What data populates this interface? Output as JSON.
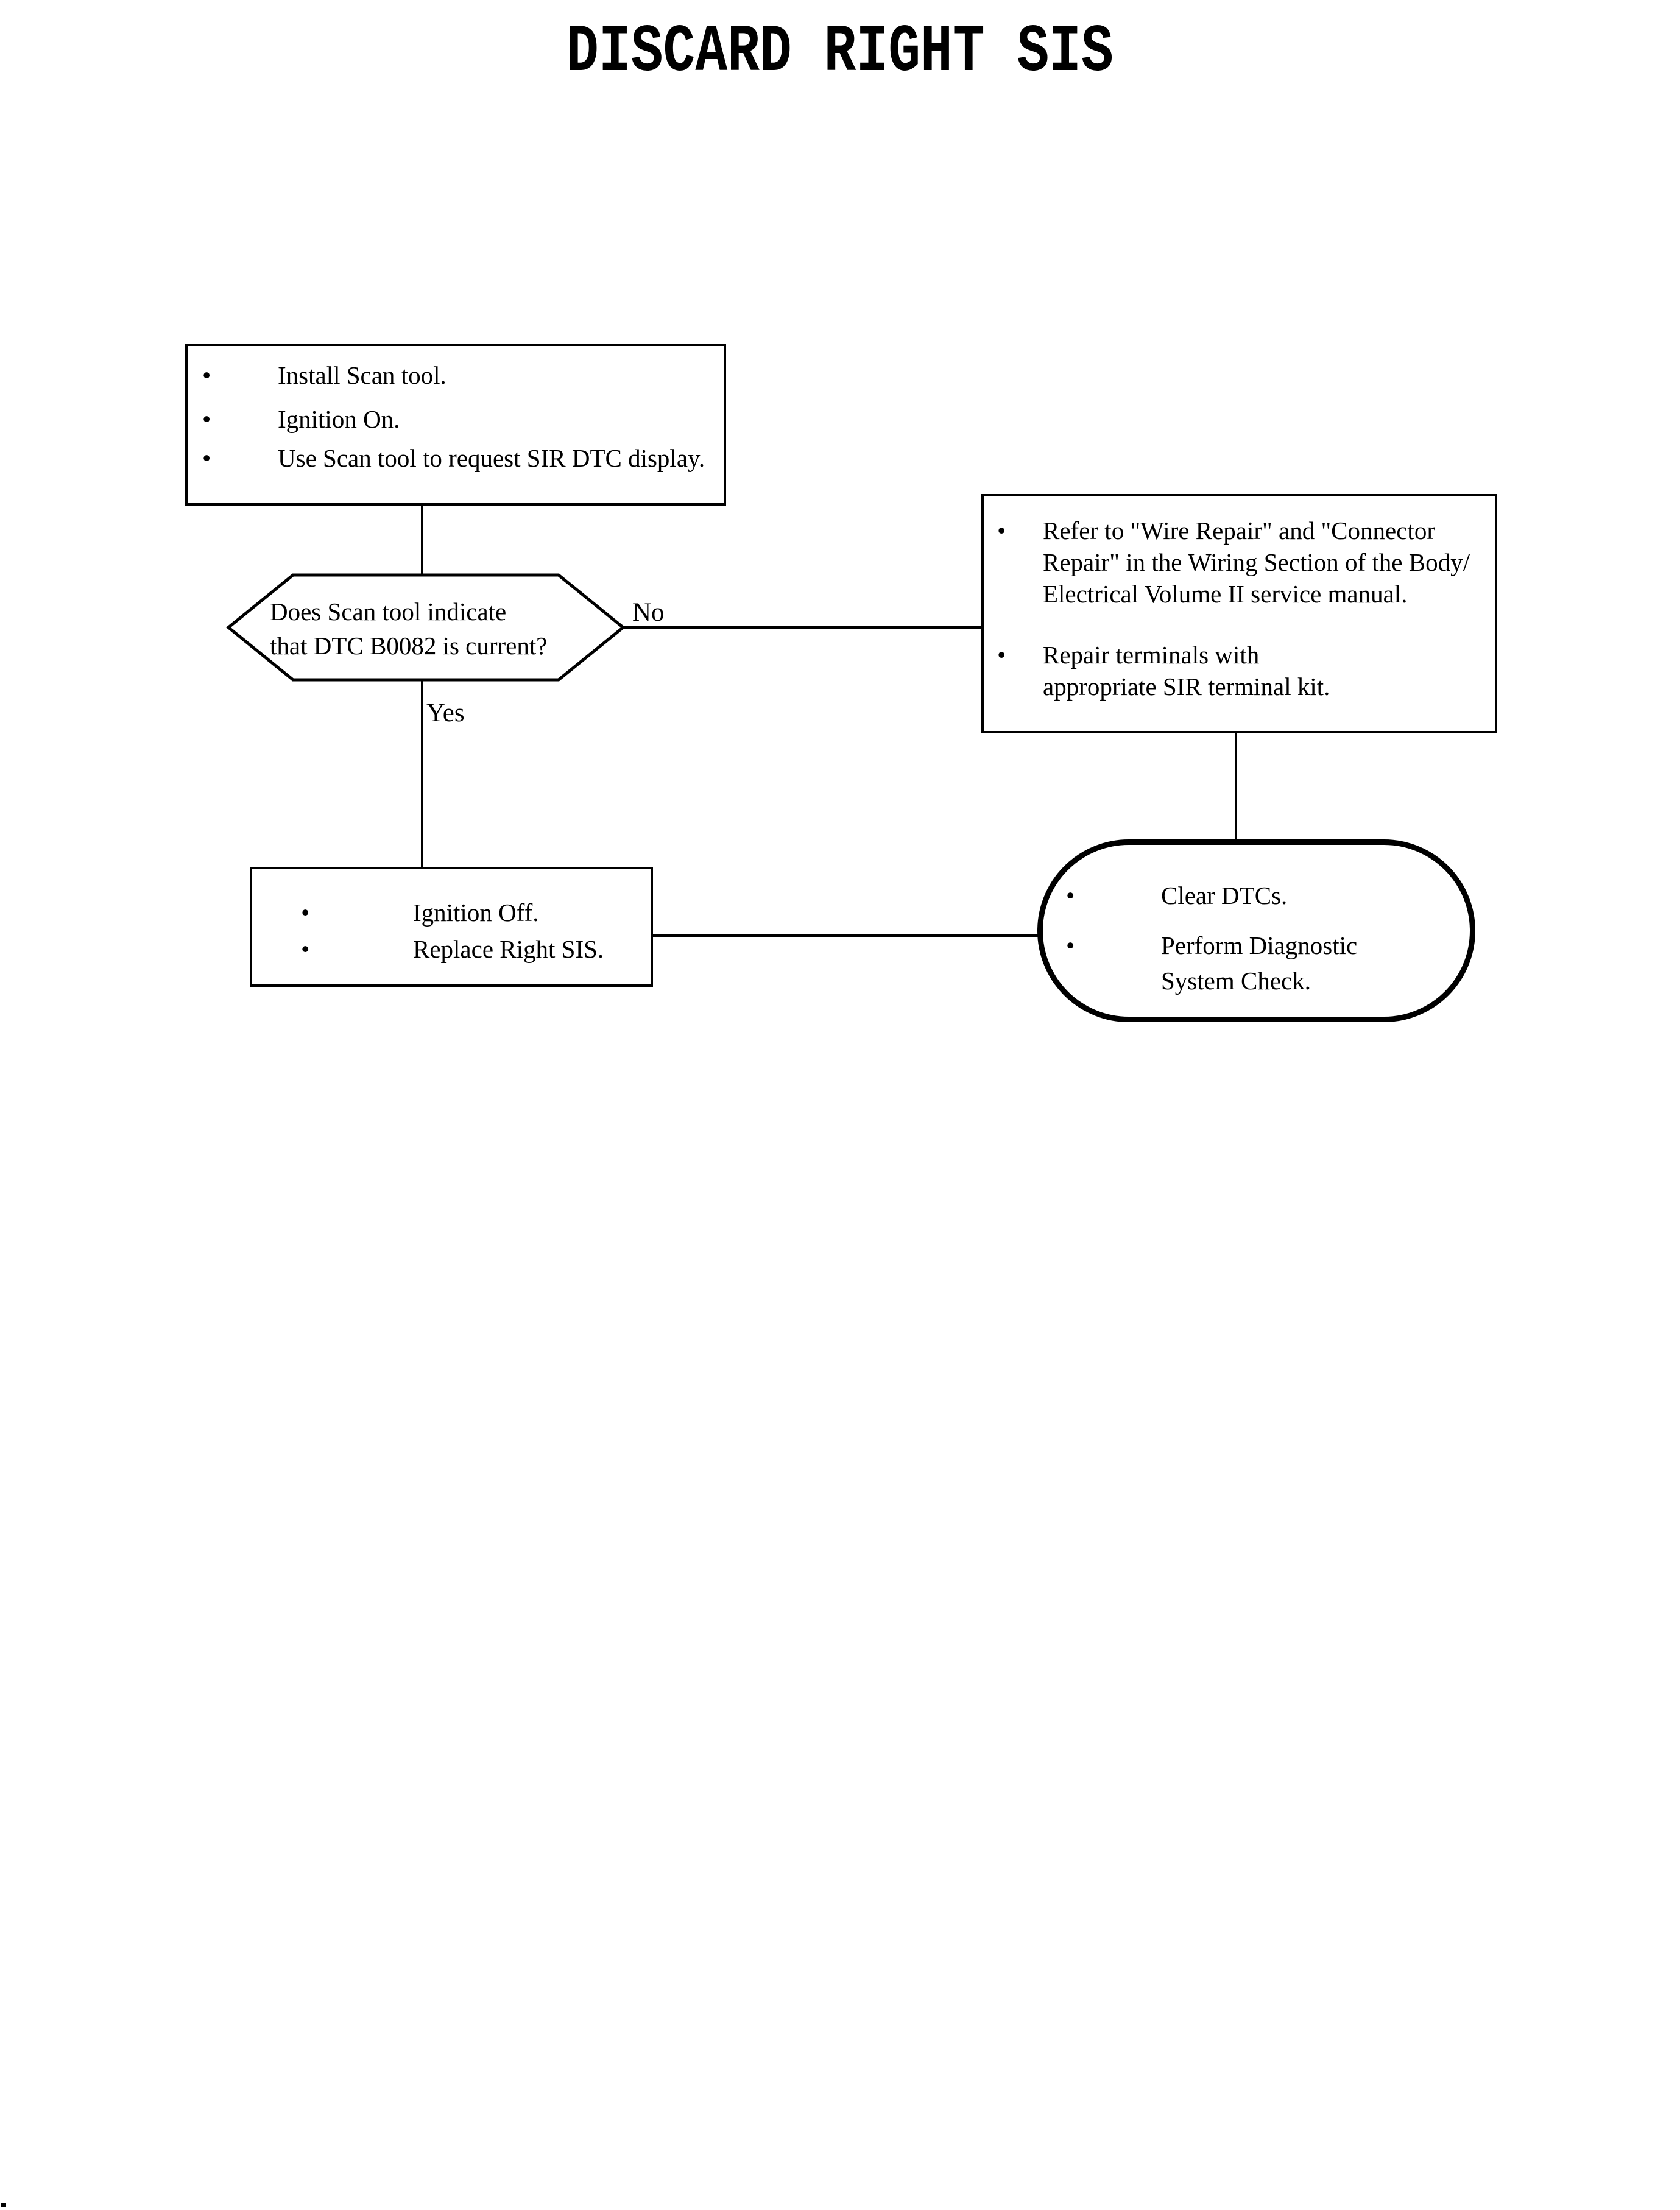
{
  "page": {
    "background": "#ffffff",
    "ink": "#000000"
  },
  "title": "DISCARD RIGHT SIS",
  "bullet_glyph": "•",
  "start_box": {
    "items": [
      "Install Scan tool.",
      "Ignition On.",
      "Use Scan tool to request SIR DTC display."
    ]
  },
  "decision": {
    "lines": [
      "Does Scan tool indicate",
      "that DTC B0082 is current?"
    ]
  },
  "branch_labels": {
    "no": "No",
    "yes": "Yes"
  },
  "repair_box": {
    "items": [
      {
        "lines": [
          "Refer to \"Wire Repair\" and \"Connector",
          "Repair\" in the Wiring Section of the Body/",
          "Electrical Volume II service manual."
        ]
      },
      {
        "lines": [
          "Repair terminals with",
          "appropriate SIR terminal kit."
        ]
      }
    ]
  },
  "action_box": {
    "items": [
      "Ignition Off.",
      "Replace Right SIS."
    ]
  },
  "terminal": {
    "items": [
      {
        "lines": [
          "Clear DTCs."
        ]
      },
      {
        "lines": [
          "Perform Diagnostic",
          "System Check."
        ]
      }
    ]
  }
}
